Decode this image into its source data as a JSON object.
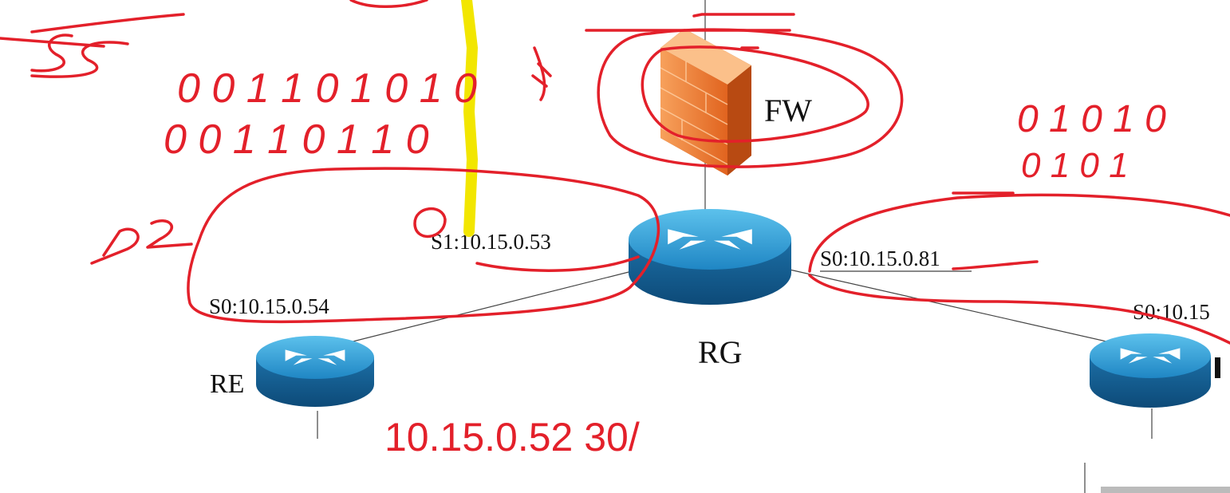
{
  "diagram": {
    "nodes": {
      "firewall": {
        "label": "FW",
        "icon": "firewall-icon"
      },
      "rg": {
        "label": "RG",
        "icon": "router-icon"
      },
      "re": {
        "label": "RE",
        "icon": "router-icon"
      },
      "right_router": {
        "icon": "router-icon"
      }
    },
    "interfaces": {
      "rg_s1": "S1:10.15.0.53",
      "rg_s0": "S0:10.15.0.81",
      "re_s0": "S0:10.15.0.54",
      "right_s0": "S0:10.15"
    }
  },
  "annotations": {
    "subnet_note": "10.15.0.52 30/",
    "binary_row1": "0 0 1 1 0 1 0 1 0",
    "binary_row2": "0 0 1 1 0 1 1 0",
    "binary_right_row1": "0 1 0 1 0",
    "binary_right_row2": "0 1 0 1",
    "num_53": "53",
    "num_52": "52",
    "mark_2": "2"
  },
  "colors": {
    "annotation_red": "#e3202a",
    "highlight_yellow": "#f2e600",
    "router_blue": "#1f86c4",
    "firewall_orange": "#f08a3c"
  }
}
